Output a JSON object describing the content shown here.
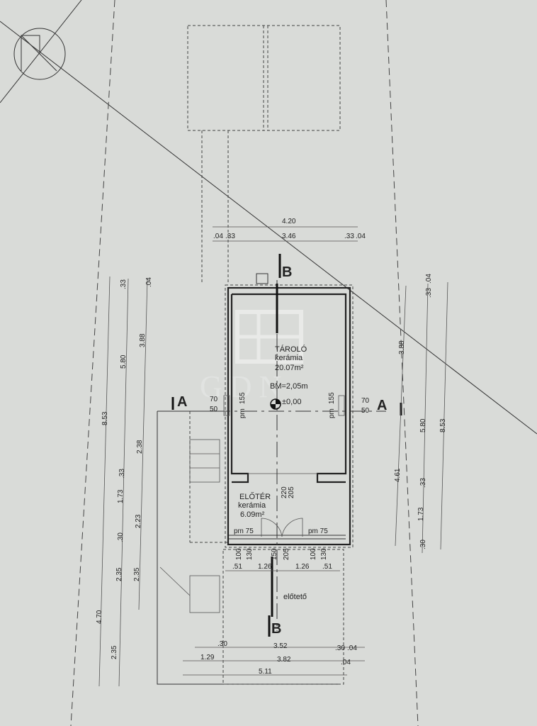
{
  "rooms": {
    "storage": {
      "name": "TÁROLÓ",
      "floor": "kerámia",
      "area": "20.07m²",
      "height": "BM=2,05m",
      "level": "±0,00"
    },
    "entry": {
      "name": "ELŐTÉR",
      "floor": "kerámia",
      "area": "6.09m²"
    },
    "canopy": {
      "name": "előtető"
    }
  },
  "sections": {
    "a": "A",
    "b": "B"
  },
  "watermark": "GDN",
  "windows": {
    "left_pm": "pm",
    "left_h": "155",
    "right_pm": "pm",
    "right_h": "155",
    "w1": "70",
    "w2": "50",
    "w3": "70",
    "w4": "50",
    "front_left": "pm 75",
    "front_right": "pm 75"
  },
  "door": {
    "h1": "220",
    "h2": "205",
    "f1": "100",
    "f2": "130",
    "f3": "150",
    "f4": "205",
    "f5": "100",
    "f6": "130"
  },
  "top_dims": {
    "total": "4.20",
    "inner": "3.46",
    "a": ".04",
    "b": ".33",
    "c": ".33",
    "d": ".04"
  },
  "front_dims": {
    "a": ".51",
    "b": "1.26",
    "c": "1.26",
    "d": ".51"
  },
  "bottom_dims": {
    "a": ".30",
    "b": "3.52",
    "c": ".30",
    "d": ".04",
    "e": "1.29",
    "f": "3.82",
    "g": ".04",
    "h": "5.11"
  },
  "left_dims": {
    "a": "8.53",
    "b": "4.70",
    "c": "5.80",
    "d": "1.73",
    "e": "2.35",
    "f": "2.35",
    "g": ".33",
    "h": ".30",
    "i": ".33",
    "j": "3.88",
    "k": "2.38",
    "l": "2.23",
    "m": "2.35",
    "n": ".04"
  },
  "right_dims": {
    "a": "3.88",
    "b": "4.61",
    "c": "5.80",
    "d": "1.73",
    "e": "8.53",
    "f": ".33",
    "g": ".04",
    "h": ".33",
    "i": ".30"
  }
}
